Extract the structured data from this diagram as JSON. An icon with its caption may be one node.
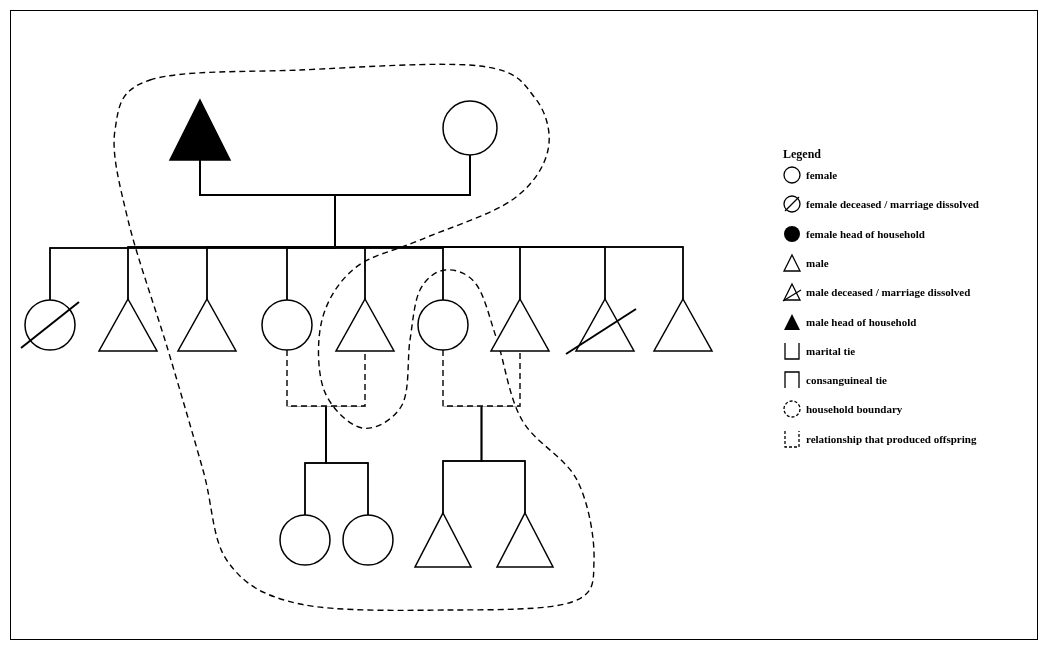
{
  "diagram": {
    "nodes": [
      {
        "text": [],
        "shape": "triangle"
      },
      {
        "text": [],
        "shape": "circle"
      },
      {
        "text": [],
        "shape": "circle"
      },
      {
        "text": [],
        "shape": "triangle"
      },
      {
        "text": [],
        "shape": "triangle"
      },
      {
        "text": [],
        "shape": "circle"
      },
      {
        "text": [],
        "shape": "triangle"
      },
      {
        "text": [],
        "shape": "circle"
      },
      {
        "text": [],
        "shape": "triangle"
      },
      {
        "text": [],
        "shape": "triangle"
      },
      {
        "text": [],
        "shape": "triangle"
      },
      {
        "text": [],
        "shape": "circle"
      },
      {
        "text": [],
        "shape": "circle"
      },
      {
        "text": [],
        "shape": "triangle"
      },
      {
        "text": [],
        "shape": "triangle"
      }
    ],
    "edges": [
      {
        "from": 0,
        "to": 1,
        "arrow": "none"
      },
      {
        "from": 0,
        "to": 2,
        "arrow": "none"
      },
      {
        "from": 1,
        "to": 2,
        "arrow": "none"
      },
      {
        "from": 0,
        "to": 3,
        "arrow": "none"
      },
      {
        "from": 1,
        "to": 3,
        "arrow": "none"
      },
      {
        "from": 0,
        "to": 4,
        "arrow": "none"
      },
      {
        "from": 1,
        "to": 4,
        "arrow": "none"
      },
      {
        "from": 0,
        "to": 5,
        "arrow": "none"
      },
      {
        "from": 1,
        "to": 5,
        "arrow": "none"
      },
      {
        "from": 0,
        "to": 6,
        "arrow": "none"
      },
      {
        "from": 1,
        "to": 6,
        "arrow": "none"
      },
      {
        "from": 0,
        "to": 7,
        "arrow": "none"
      },
      {
        "from": 1,
        "to": 7,
        "arrow": "none"
      },
      {
        "from": 0,
        "to": 8,
        "arrow": "none"
      },
      {
        "from": 1,
        "to": 8,
        "arrow": "none"
      },
      {
        "from": 0,
        "to": 9,
        "arrow": "none"
      },
      {
        "from": 1,
        "to": 9,
        "arrow": "none"
      },
      {
        "from": 0,
        "to": 10,
        "arrow": "none"
      },
      {
        "from": 1,
        "to": 10,
        "arrow": "none"
      },
      {
        "from": 5,
        "to": 6,
        "arrow": "none",
        "style": "dashed"
      },
      {
        "from": 5,
        "to": 11,
        "arrow": "none"
      },
      {
        "from": 6,
        "to": 11,
        "arrow": "none"
      },
      {
        "from": 5,
        "to": 12,
        "arrow": "none"
      },
      {
        "from": 6,
        "to": 12,
        "arrow": "none"
      },
      {
        "from": 7,
        "to": 8,
        "arrow": "none",
        "style": "dashed"
      },
      {
        "from": 7,
        "to": 13,
        "arrow": "none"
      },
      {
        "from": 8,
        "to": 13,
        "arrow": "none"
      },
      {
        "from": 7,
        "to": 14,
        "arrow": "none"
      },
      {
        "from": 8,
        "to": 14,
        "arrow": "none"
      }
    ],
    "labels": [
      "Legend"
    ],
    "legend": [
      {
        "text": "female"
      },
      {
        "text": "female deceased / marriage dissolved"
      },
      {
        "text": "female head of household"
      },
      {
        "text": "male"
      },
      {
        "text": "male deceased / marriage dissolved"
      },
      {
        "text": "male head of household"
      },
      {
        "text": "marital tie"
      },
      {
        "text": "consanguineal tie"
      },
      {
        "text": "household boundary"
      },
      {
        "text": "relationship that produced offspring"
      }
    ]
  }
}
